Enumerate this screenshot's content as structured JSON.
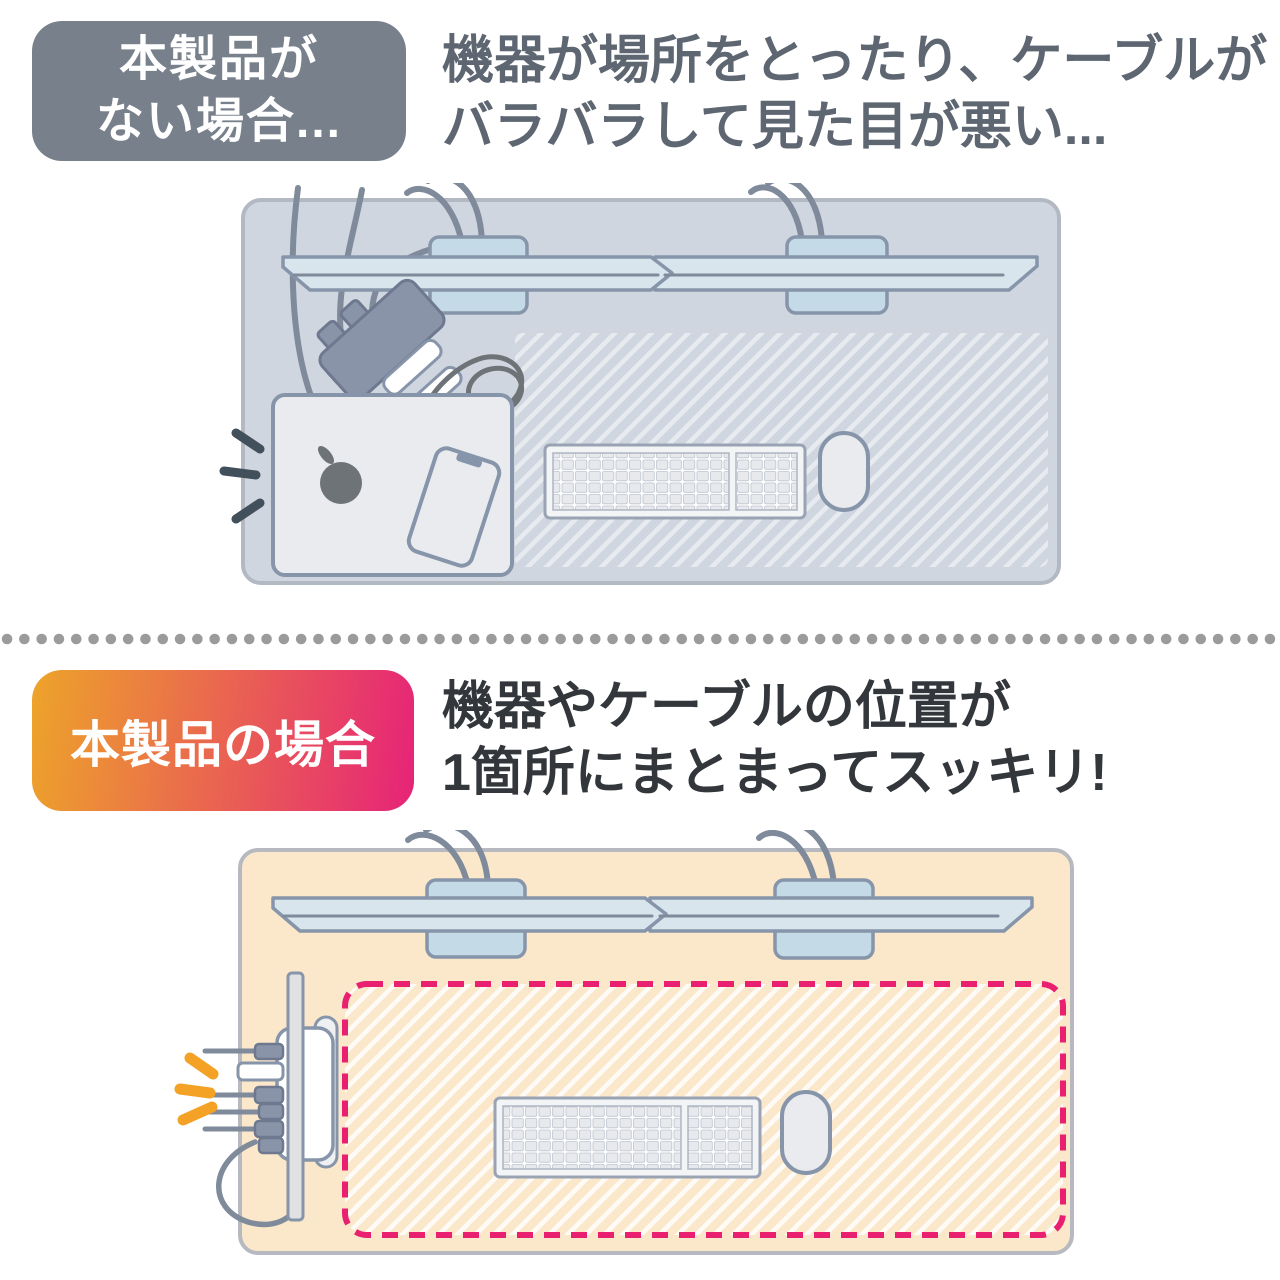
{
  "colors": {
    "badge_gray": "#78808b",
    "grad_start": "#eda42a",
    "grad_end": "#e62378",
    "headline_gray": "#5d6671",
    "headline_dark": "#33373c",
    "dot": "#9b9b9b",
    "desk1_fill": "#cfd6e0",
    "desk1_stroke": "#b3b9c3",
    "desk2_fill": "#fbe7ca",
    "desk2_stroke": "#b6b9bf",
    "outline": "#8795aa",
    "monitor_fill": "#d9e5ec",
    "stand_fill": "#c4dae6",
    "cable": "#7f8a9b",
    "hub_fill": "#8994a8",
    "hub_stroke": "#6e7990",
    "device_fill": "#e9ebee",
    "scribble": "#6e7378",
    "emphasis_dark": "#42505c",
    "dashed_pink": "#e8206f",
    "accent_orange": "#f3a226"
  },
  "section_without": {
    "badge": {
      "line1": "本製品が",
      "line2": "ない場合..."
    },
    "headline_line1": "機器が場所をとったり、ケーブルが",
    "headline_line2": "バラバラして見た目が悪い..."
  },
  "section_with": {
    "badge": {
      "label": "本製品の場合"
    },
    "headline_line1": "機器やケーブルの位置が",
    "headline_line2": "1箇所にまとまってスッキリ!"
  }
}
